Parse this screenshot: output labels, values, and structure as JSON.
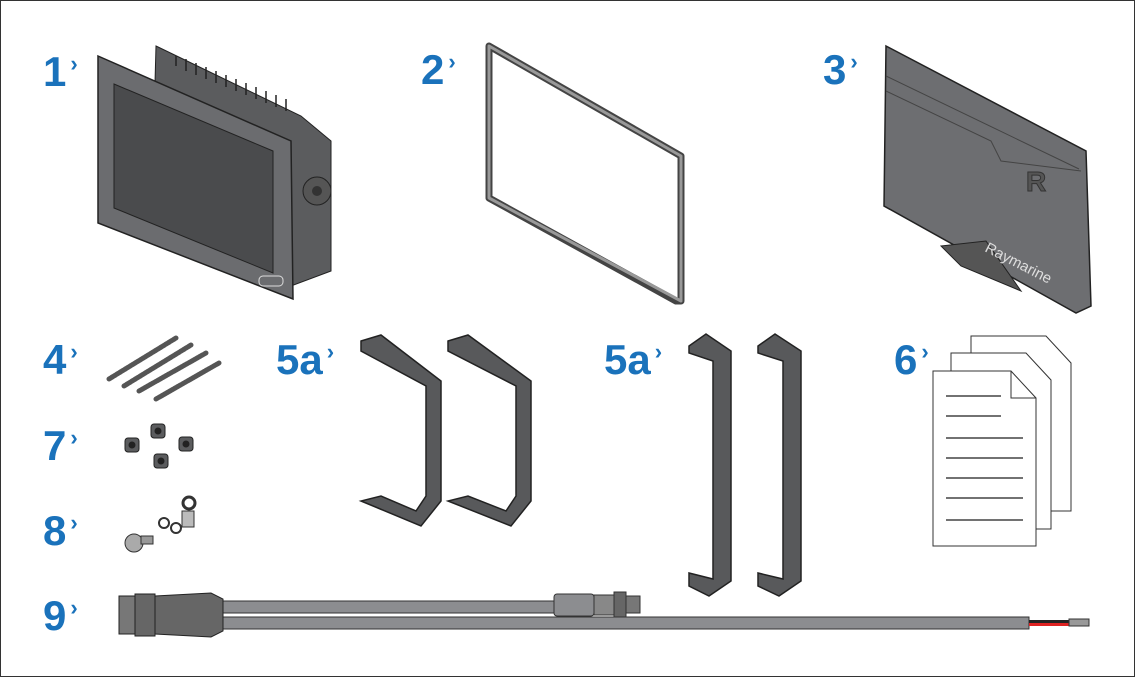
{
  "labels": {
    "item1": "1",
    "item2": "2",
    "item3": "3",
    "item4": "4",
    "item5a_left": "5a",
    "item5a_right": "5a",
    "item6": "6",
    "item7": "7",
    "item8": "8",
    "item9": "9"
  },
  "chevron_glyph": "›",
  "sun_cover_brand": "Raymarine",
  "colors": {
    "label": "#1a72bb",
    "part_dark": "#58595b",
    "part_mid": "#6d6e71",
    "cable": "#8c8d90"
  }
}
